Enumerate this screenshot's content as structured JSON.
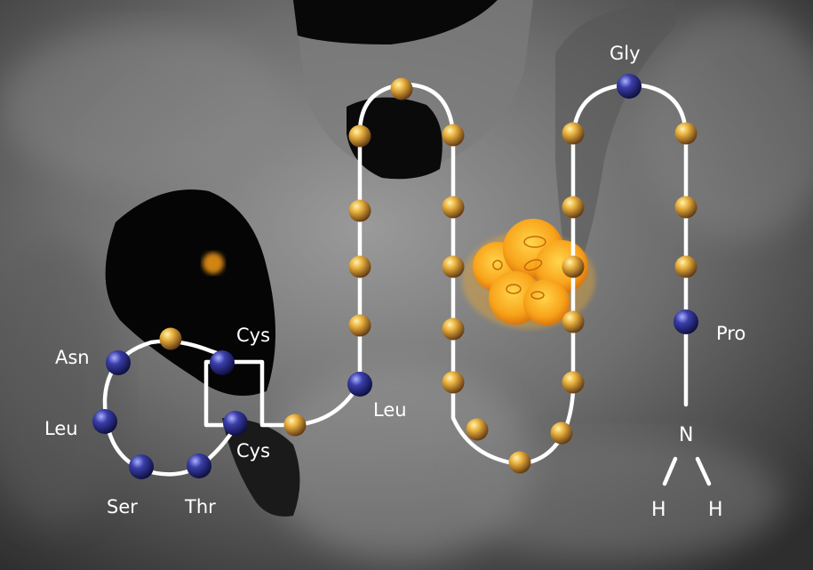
{
  "diagram": {
    "residue_labels": {
      "gly": "Gly",
      "pro": "Pro",
      "leu_right": "Leu",
      "cys_top": "Cys",
      "cys_bottom": "Cys",
      "asn": "Asn",
      "leu_left": "Leu",
      "ser": "Ser",
      "thr": "Thr"
    },
    "amino_terminus": {
      "nitrogen": "N",
      "hydrogen_left": "H",
      "hydrogen_right": "H"
    },
    "colors": {
      "gold_residue": "#d9a032",
      "blue_residue": "#2c2f8f",
      "chain": "#ffffff",
      "ligand": "#f59a14"
    }
  }
}
